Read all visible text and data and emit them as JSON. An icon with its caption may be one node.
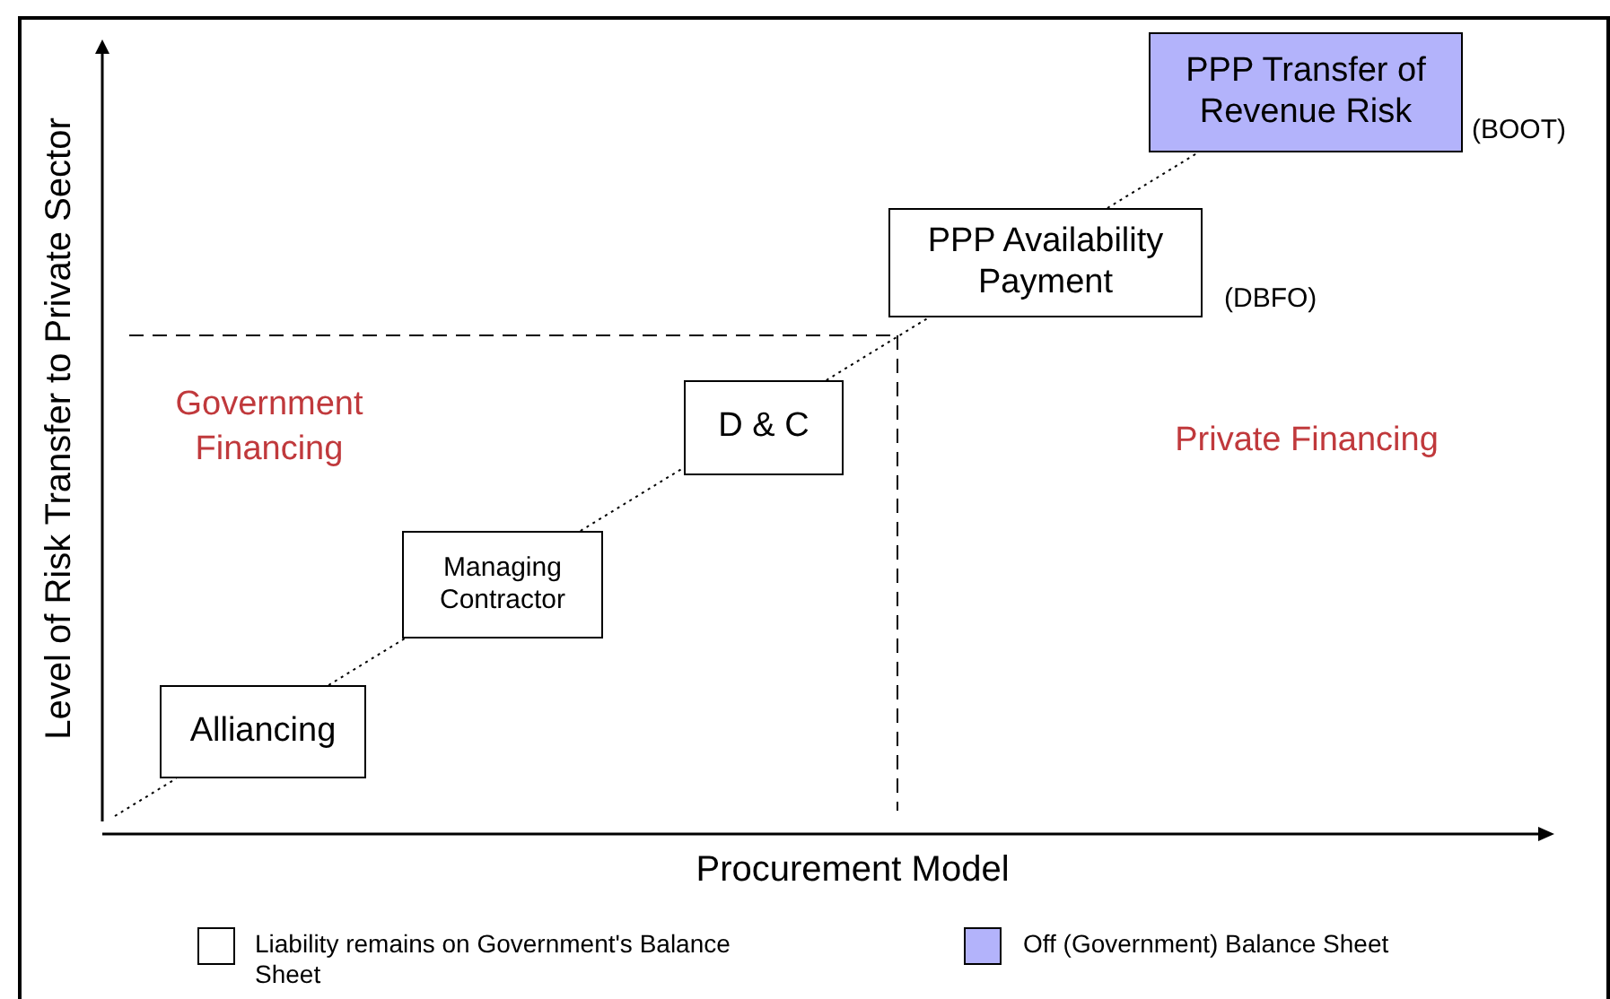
{
  "diagram": {
    "nodes": [
      {
        "text": [
          "Alliancing"
        ]
      },
      {
        "text": [
          "Managing Contractor"
        ]
      },
      {
        "text": [
          "D & C"
        ]
      },
      {
        "text": [
          "PPP Availability Payment"
        ],
        "beside": [
          "(DBFO)"
        ]
      },
      {
        "text": [
          "PPP Transfer of Revenue Risk"
        ],
        "beside": [
          "(BOOT)"
        ]
      }
    ],
    "edges": [
      {
        "from": null,
        "to": 0,
        "arrow": "none",
        "style": "dashed"
      },
      {
        "from": 0,
        "to": 1,
        "arrow": "none",
        "style": "dashed"
      },
      {
        "from": 1,
        "to": 2,
        "arrow": "none",
        "style": "dashed"
      },
      {
        "from": 2,
        "to": 3,
        "arrow": "none",
        "style": "dashed"
      },
      {
        "from": 3,
        "to": 4,
        "arrow": "none",
        "style": "dashed"
      }
    ],
    "labels": [
      "Level of Risk Transfer to Private Sector",
      "Government Financing",
      "Private Financing",
      "Procurement Model"
    ],
    "legend": [
      {
        "text": "Liability remains on Government's Balance Sheet",
        "color": "#ffffff"
      },
      {
        "text": "Off (Government) Balance Sheet",
        "color": "#b3b3fb"
      }
    ]
  }
}
